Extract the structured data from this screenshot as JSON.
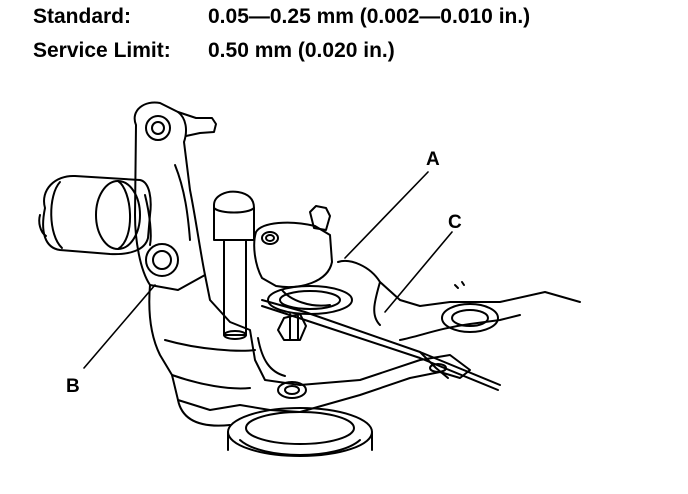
{
  "specs": {
    "standard": {
      "label": "Standard:",
      "value": "0.05—0.25 mm (0.002—0.010 in.)"
    },
    "service_limit": {
      "label": "Service Limit:",
      "value": "0.50 mm (0.020 in.)"
    }
  },
  "callouts": {
    "a": "A",
    "b": "B",
    "c": "C"
  },
  "colors": {
    "ink": "#000000",
    "paper": "#ffffff"
  }
}
